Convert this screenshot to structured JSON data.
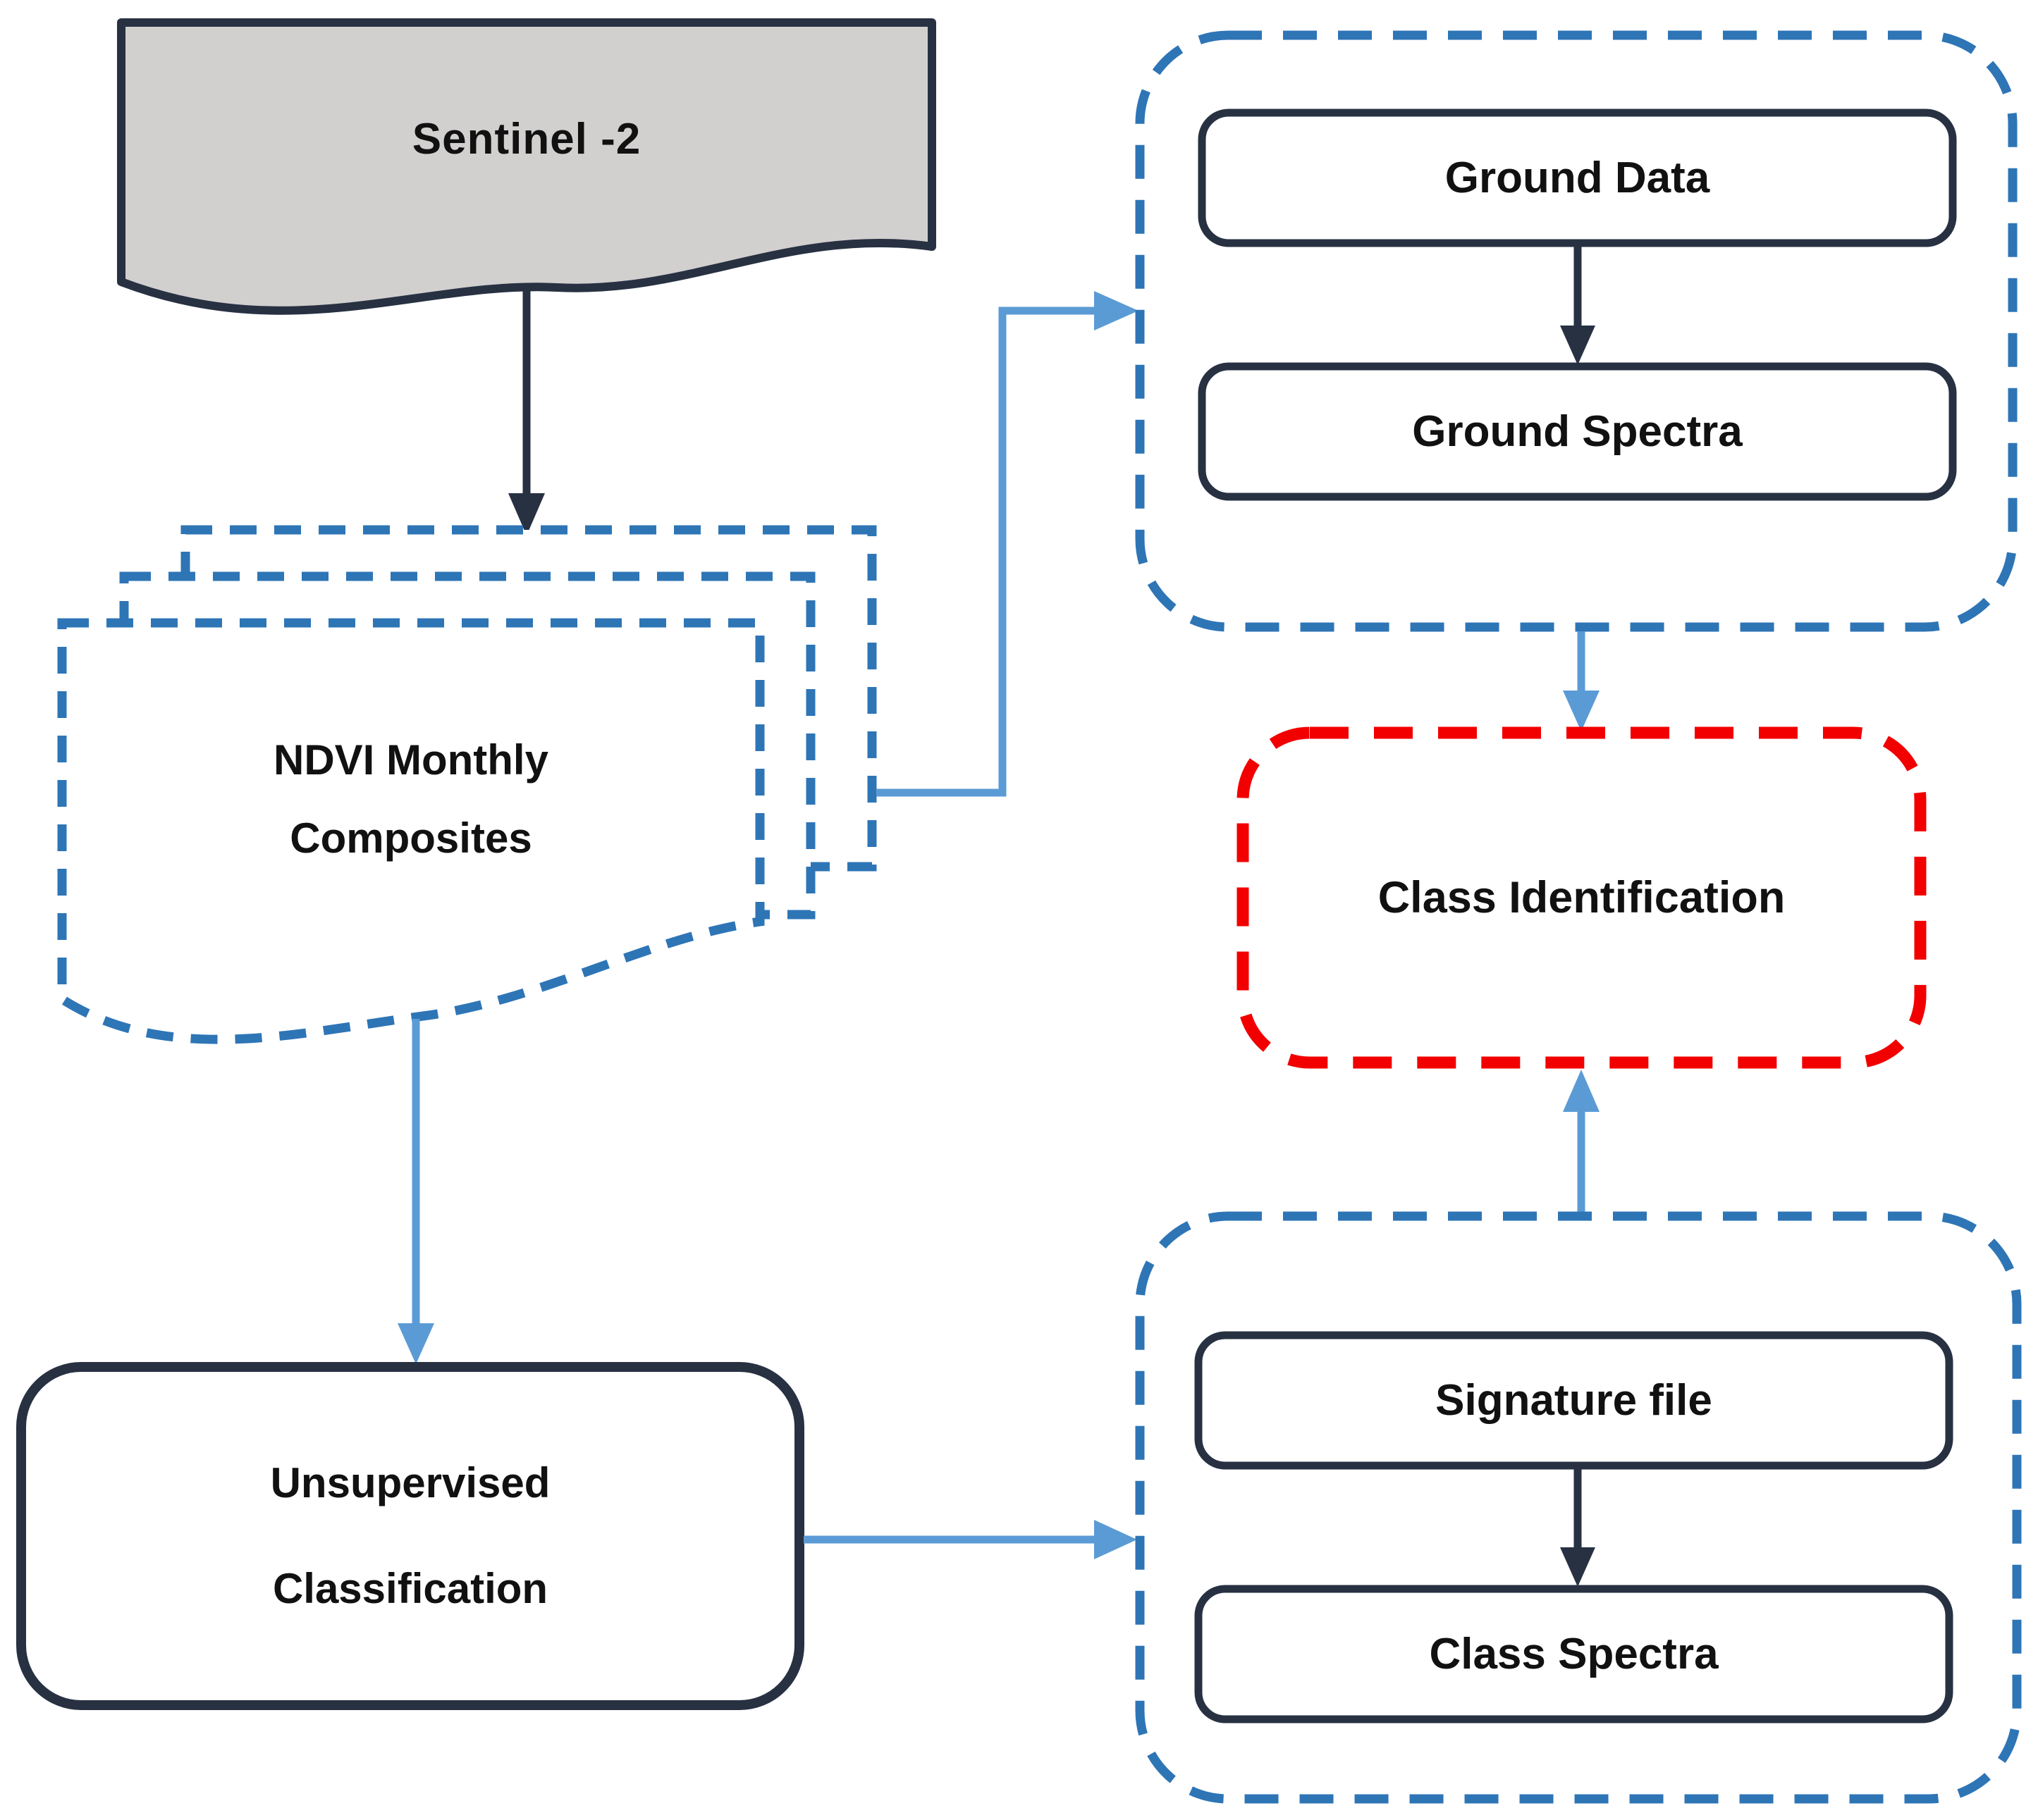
{
  "diagram": {
    "type": "flowchart",
    "description": "Sentinel-2 NDVI unsupervised classification workflow",
    "background": "#ffffff",
    "colors": {
      "dashed_blue": "#2e75b6",
      "arrow_blue": "#5b9bd5",
      "dark_navy": "#273142",
      "red_dashed": "#f20000",
      "document_gray_fill": "#d2cfcf",
      "node_fill": "#ffffff",
      "text": "#111111"
    },
    "nodes": {
      "sentinel": {
        "label": "Sentinel -2",
        "shape": "document",
        "fill": "#d2cfcf",
        "border": "solid dark"
      },
      "ndvi_composites": {
        "label_line1": "NDVI Monthly",
        "label_line2": "Composites",
        "shape": "stacked-documents",
        "border": "dashed blue"
      },
      "unsupervised": {
        "label_line1": "Unsupervised",
        "label_line2": "Classification",
        "shape": "rounded-rect",
        "border": "solid dark"
      },
      "ground_data": {
        "label": "Ground Data",
        "shape": "rounded-rect",
        "border": "solid dark"
      },
      "ground_spectra": {
        "label": "Ground Spectra",
        "shape": "rounded-rect",
        "border": "solid dark"
      },
      "class_identification": {
        "label": "Class Identification",
        "shape": "rounded-rect",
        "border": "dashed red"
      },
      "signature_file": {
        "label": "Signature file",
        "shape": "rounded-rect",
        "border": "solid dark"
      },
      "class_spectra": {
        "label": "Class Spectra",
        "shape": "rounded-rect",
        "border": "solid dark"
      }
    },
    "groups": {
      "ground_group": {
        "contains": [
          "ground_data",
          "ground_spectra"
        ],
        "border": "dashed blue rounded"
      },
      "signature_group": {
        "contains": [
          "signature_file",
          "class_spectra"
        ],
        "border": "dashed blue rounded"
      }
    },
    "edges": [
      {
        "from": "sentinel",
        "to": "ndvi_composites",
        "color": "#273142",
        "style": "arrow-down"
      },
      {
        "from": "ndvi_composites",
        "to": "ground_group",
        "color": "#5b9bd5",
        "style": "elbow-arrow-right-up-right"
      },
      {
        "from": "ndvi_composites",
        "to": "unsupervised",
        "color": "#5b9bd5",
        "style": "arrow-down"
      },
      {
        "from": "unsupervised",
        "to": "signature_group",
        "color": "#5b9bd5",
        "style": "arrow-right"
      },
      {
        "from": "ground_data",
        "to": "ground_spectra",
        "color": "#273142",
        "style": "arrow-down"
      },
      {
        "from": "ground_group",
        "to": "class_identification",
        "color": "#5b9bd5",
        "style": "arrow-down"
      },
      {
        "from": "signature_file",
        "to": "class_spectra",
        "color": "#273142",
        "style": "arrow-down"
      },
      {
        "from": "signature_group",
        "to": "class_identification",
        "color": "#5b9bd5",
        "style": "arrow-up"
      }
    ]
  }
}
